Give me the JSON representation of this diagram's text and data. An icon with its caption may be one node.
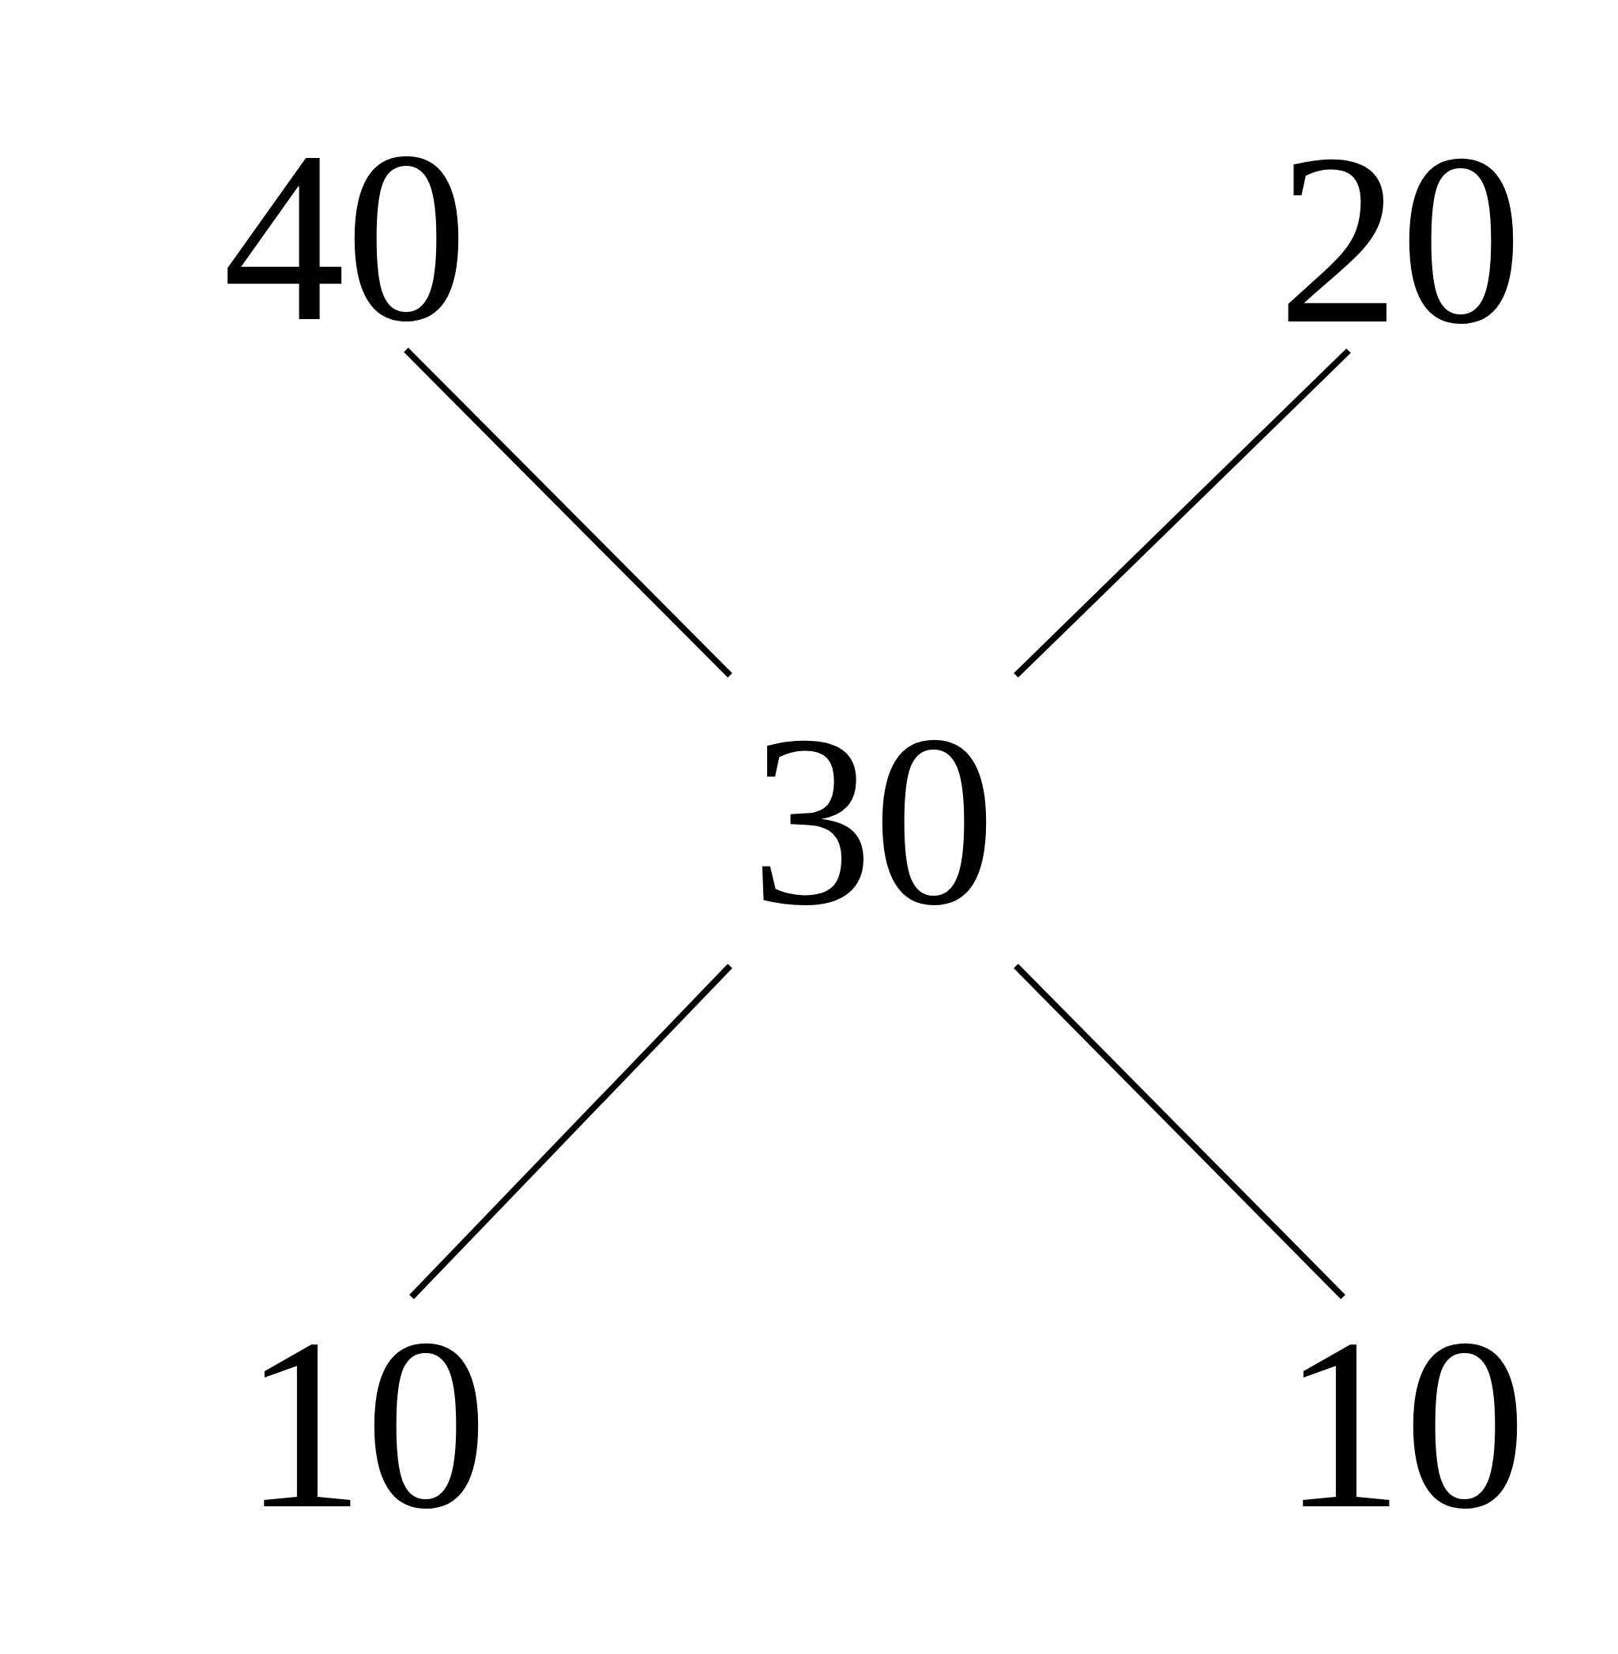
{
  "diagram": {
    "nodes": [
      {
        "text": [
          "40"
        ]
      },
      {
        "text": [
          "20"
        ]
      },
      {
        "text": [
          "30"
        ]
      },
      {
        "text": [
          "10"
        ]
      },
      {
        "text": [
          "10"
        ]
      }
    ],
    "edges": [
      {
        "from": 0,
        "to": 2,
        "arrow": "none"
      },
      {
        "from": 1,
        "to": 2,
        "arrow": "none"
      },
      {
        "from": 2,
        "to": 3,
        "arrow": "none"
      },
      {
        "from": 2,
        "to": 4,
        "arrow": "none"
      }
    ]
  }
}
